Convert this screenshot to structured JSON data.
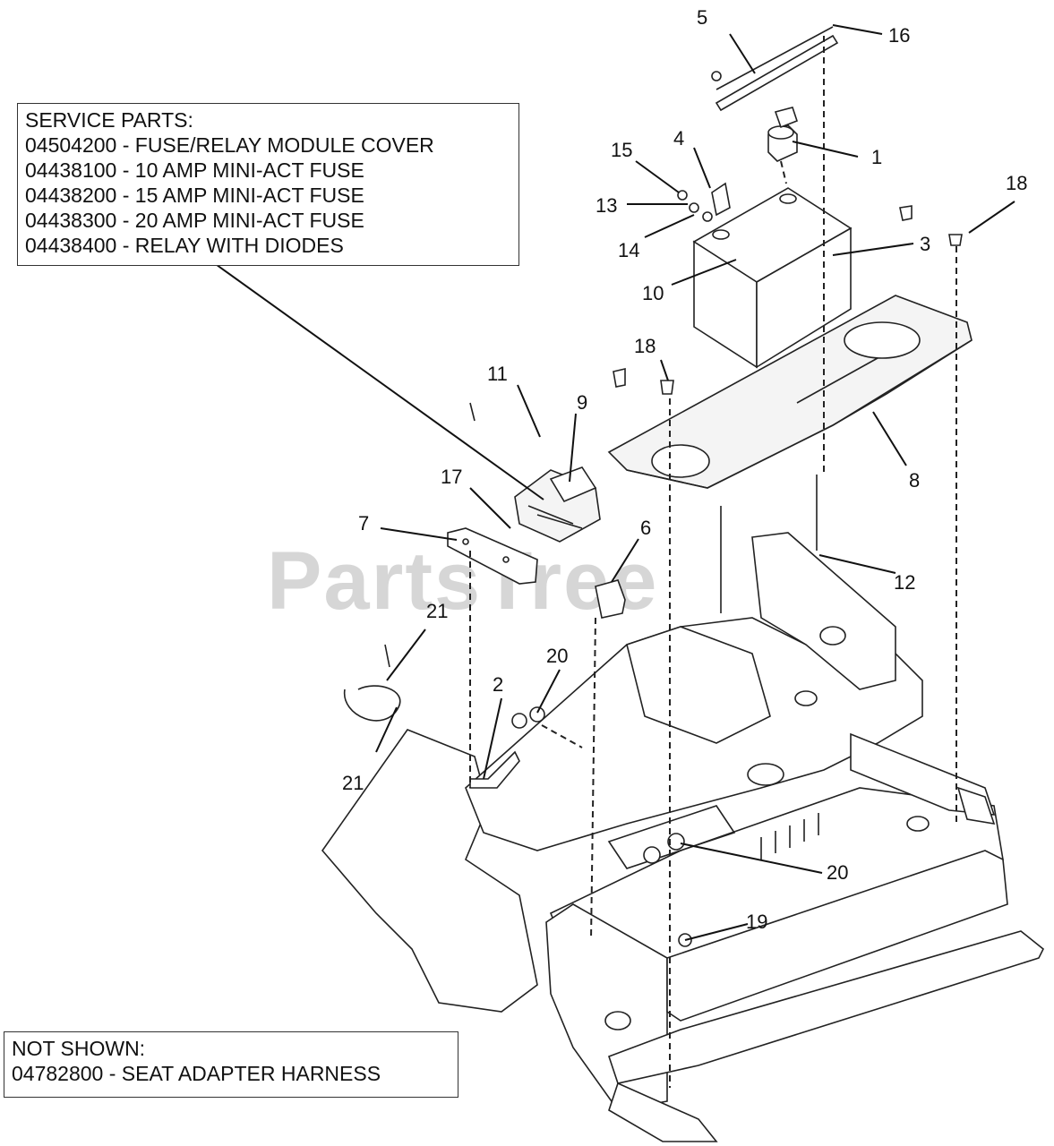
{
  "watermark": "PartsTree",
  "service_parts": {
    "heading": "SERVICE PARTS:",
    "items": [
      "04504200 - FUSE/RELAY MODULE COVER",
      "04438100 - 10 AMP MINI-ACT FUSE",
      "04438200 - 15 AMP MINI-ACT FUSE",
      "04438300 - 20 AMP MINI-ACT FUSE",
      "04438400 - RELAY WITH DIODES"
    ]
  },
  "not_shown": {
    "heading": "NOT SHOWN:",
    "items": [
      "04782800 - SEAT ADAPTER HARNESS"
    ]
  },
  "callouts": {
    "c1": "1",
    "c2": "2",
    "c3": "3",
    "c4": "4",
    "c5": "5",
    "c6": "6",
    "c7": "7",
    "c8": "8",
    "c9": "9",
    "c10": "10",
    "c11": "11",
    "c12": "12",
    "c13": "13",
    "c14": "14",
    "c15": "15",
    "c16": "16",
    "c17": "17",
    "c18a": "18",
    "c18b": "18",
    "c19": "19",
    "c20a": "20",
    "c20b": "20",
    "c21a": "21",
    "c21b": "21"
  }
}
